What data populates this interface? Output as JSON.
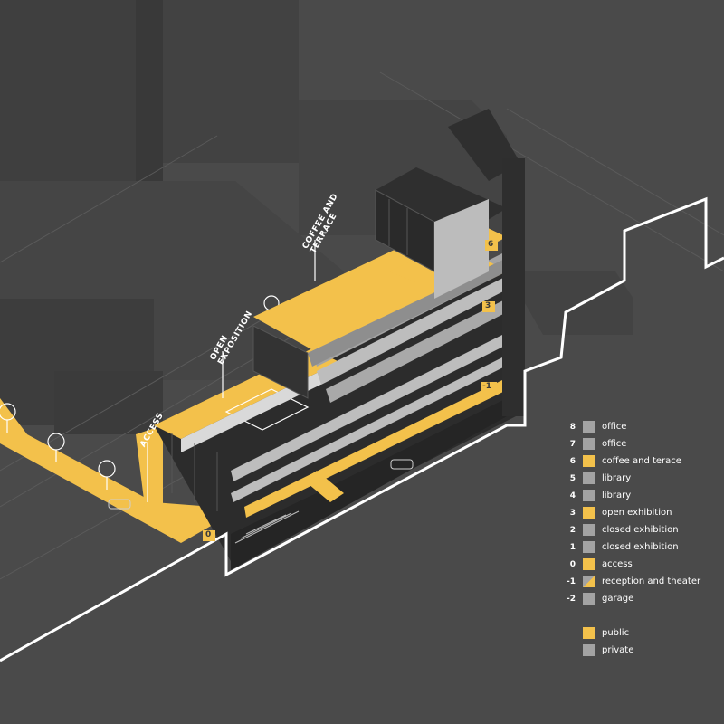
{
  "labels": {
    "coffee_line1": "COFFEE AND",
    "coffee_line2": "TERRACE",
    "open_line1": "OPEN",
    "open_line2": "EXPOSITION",
    "access": "ACCESS"
  },
  "floor_marks": {
    "six": "6",
    "three": "3",
    "minus_one": "-1",
    "zero": "0"
  },
  "legend": [
    {
      "num": "8",
      "text": "office",
      "kind": "private"
    },
    {
      "num": "7",
      "text": "office",
      "kind": "private"
    },
    {
      "num": "6",
      "text": "coffee and terace",
      "kind": "public"
    },
    {
      "num": "5",
      "text": "library",
      "kind": "private"
    },
    {
      "num": "4",
      "text": "library",
      "kind": "private"
    },
    {
      "num": "3",
      "text": "open exhibition",
      "kind": "public"
    },
    {
      "num": "2",
      "text": "closed exhibition",
      "kind": "private"
    },
    {
      "num": "1",
      "text": "closed exhibition",
      "kind": "private"
    },
    {
      "num": "0",
      "text": "access",
      "kind": "public"
    },
    {
      "num": "-1",
      "text": "reception and theater",
      "kind": "mixed"
    },
    {
      "num": "-2",
      "text": "garage",
      "kind": "private"
    }
  ],
  "key": [
    {
      "text": "public",
      "kind": "public"
    },
    {
      "text": "private",
      "kind": "private"
    }
  ],
  "colors": {
    "background": "#4a4a4a",
    "public": "#f3c14b",
    "private": "#a3a3a3",
    "structure": "#2c2c2c",
    "line": "#ffffff"
  }
}
